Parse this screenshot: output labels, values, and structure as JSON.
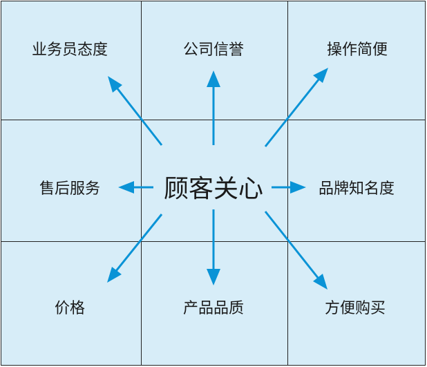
{
  "center": "顾客关心",
  "factors": {
    "top_left": "业务员态度",
    "top": "公司信誉",
    "top_right": "操作简便",
    "left": "售后服务",
    "right": "品牌知名度",
    "bottom_left": "价格",
    "bottom": "产品品质",
    "bottom_right": "方便购买"
  },
  "colors": {
    "arrow": "#0a93d6",
    "cell_fill": "#d7edf8",
    "grid_line": "#222222"
  }
}
